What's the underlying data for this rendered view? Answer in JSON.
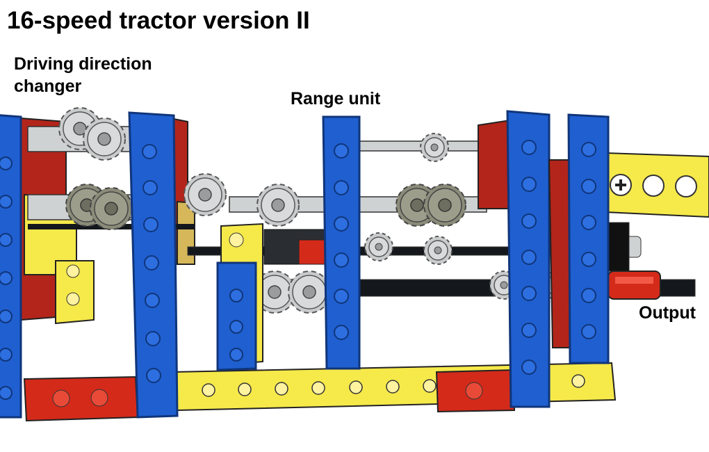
{
  "title": "16-speed tractor version II",
  "labels": {
    "driving_direction_changer": "Driving direction changer",
    "range_unit": "Range unit",
    "output": "Output"
  },
  "colors": {
    "beam_blue": "#1f5fd0",
    "beam_blue_dark": "#10357a",
    "beam_yellow": "#f6e94a",
    "beam_red": "#d42a1a",
    "gear_light": "#c9cbcc",
    "gear_dark": "#8b8b7a",
    "axle_black": "#14181c",
    "axle_grey": "#cfd2d3",
    "tan": "#b59d5a"
  }
}
